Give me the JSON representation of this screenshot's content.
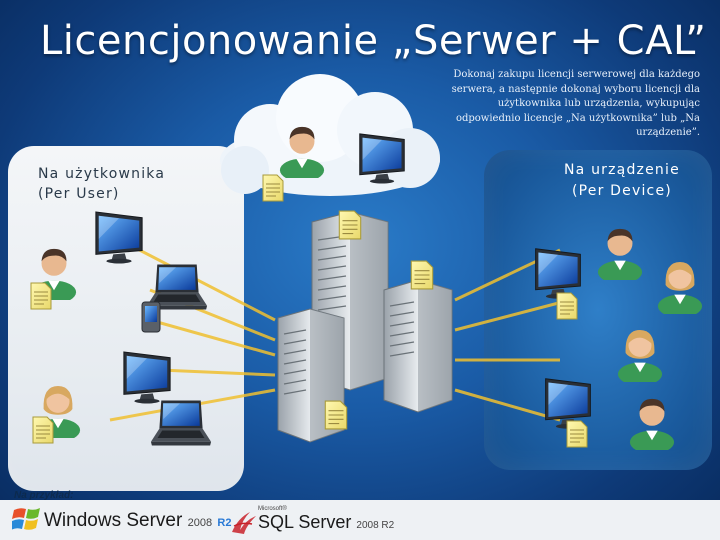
{
  "title": "Licencjonowanie „Serwer + CAL”",
  "description": "Dokonaj zakupu licencji serwerowej dla każdego serwera, a następnie dokonaj wyboru licencji dla użytkownika lub urządzenia, wykupując odpowiednio licencje „Na użytkownika” lub „Na urządzenie”.",
  "left_panel": {
    "label_line1": "Na użytkownika",
    "label_line2": "(Per User)"
  },
  "right_panel": {
    "label_line1": "Na urządzenie",
    "label_line2": "(Per Device)"
  },
  "example_label": "Na przykład:",
  "logos": {
    "windows_server": {
      "name": "Windows Server",
      "version": "2008",
      "r2": "R2"
    },
    "sql_server": {
      "maker": "Microsoft®",
      "name": "SQL Server",
      "version": "2008 R2"
    }
  },
  "colors": {
    "accent": "#2a7ad6",
    "background": "#1a5ba6",
    "sql_red": "#c8222a"
  },
  "icons": [
    "cloud-icon",
    "server-icon",
    "user-icon",
    "monitor-icon",
    "laptop-icon",
    "phone-icon",
    "license-document-icon",
    "windows-logo-icon",
    "sql-server-logo-icon"
  ]
}
